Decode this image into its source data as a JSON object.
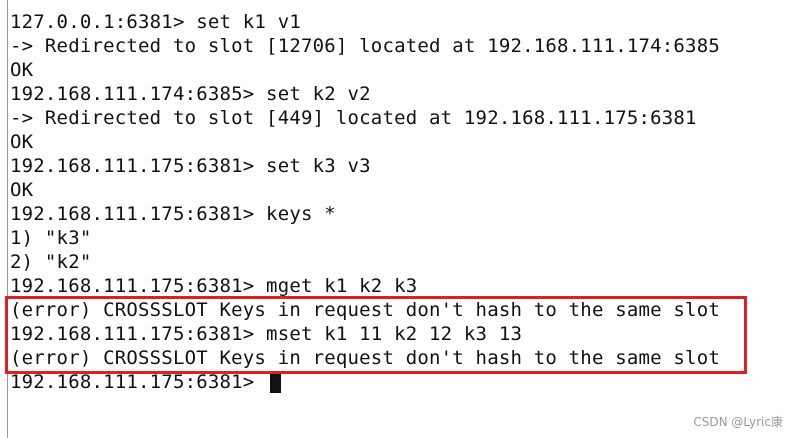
{
  "terminal": {
    "lines": [
      "127.0.0.1:6381> set k1 v1",
      "-> Redirected to slot [12706] located at 192.168.111.174:6385",
      "OK",
      "192.168.111.174:6385> set k2 v2",
      "-> Redirected to slot [449] located at 192.168.111.175:6381",
      "OK",
      "192.168.111.175:6381> set k3 v3",
      "OK",
      "192.168.111.175:6381> keys *",
      "1) \"k3\"",
      "2) \"k2\"",
      "192.168.111.175:6381> mget k1 k2 k3",
      "(error) CROSSSLOT Keys in request don't hash to the same slot",
      "192.168.111.175:6381> mset k1 11 k2 12 k3 13",
      "(error) CROSSSLOT Keys in request don't hash to the same slot"
    ],
    "last_prompt": "192.168.111.175:6381> "
  },
  "watermark": "CSDN @Lyric康",
  "colors": {
    "highlight": "#e0201d",
    "text": "#111111",
    "background": "#ffffff"
  },
  "icons": {
    "cursor": "block-cursor-icon"
  }
}
